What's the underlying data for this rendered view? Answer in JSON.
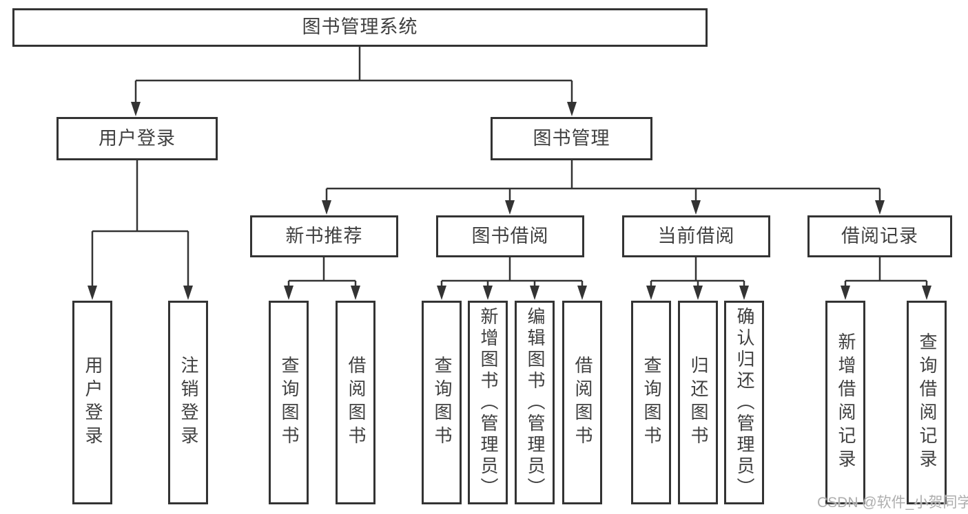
{
  "diagram_type": "hierarchy-tree",
  "tree": {
    "label": "图书管理系统",
    "children": [
      {
        "label": "用户登录",
        "children": [
          {
            "label": "用户登录"
          },
          {
            "label": "注销登录"
          }
        ]
      },
      {
        "label": "图书管理",
        "children": [
          {
            "label": "新书推荐",
            "children": [
              {
                "label": "查询图书"
              },
              {
                "label": "借阅图书"
              }
            ]
          },
          {
            "label": "图书借阅",
            "children": [
              {
                "label": "查询图书"
              },
              {
                "label": "新增图书（管理员）"
              },
              {
                "label": "编辑图书（管理员）"
              },
              {
                "label": "借阅图书"
              }
            ]
          },
          {
            "label": "当前借阅",
            "children": [
              {
                "label": "查询图书"
              },
              {
                "label": "归还图书"
              },
              {
                "label": "确认归还（管理员）"
              }
            ]
          },
          {
            "label": "借阅记录",
            "children": [
              {
                "label": "新增借阅记录"
              },
              {
                "label": "查询借阅记录"
              }
            ]
          }
        ]
      }
    ]
  },
  "watermark": {
    "text": "CSDN @软件_小贺同学",
    "color": "#aeaeae"
  },
  "style": {
    "line_color": "#333333",
    "text_color": "#404040",
    "background": "#ffffff"
  }
}
